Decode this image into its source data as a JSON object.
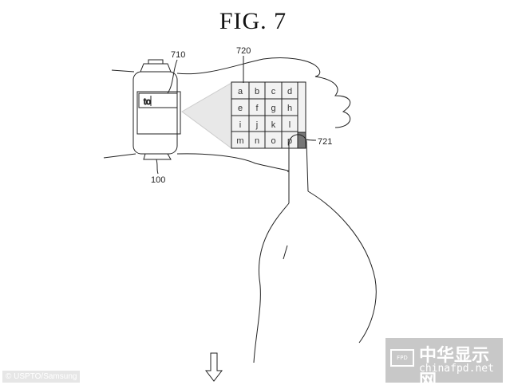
{
  "figure": {
    "title": "FIG. 7"
  },
  "labels": {
    "watch": "100",
    "screen": "710",
    "keyboard": "720",
    "selected_key": "721"
  },
  "watch_input": {
    "text": "to"
  },
  "keyboard": {
    "rows": [
      [
        "a",
        "b",
        "c",
        "d"
      ],
      [
        "e",
        "f",
        "g",
        "h"
      ],
      [
        "i",
        "j",
        "k",
        "l"
      ],
      [
        "m",
        "n",
        "o",
        "p"
      ]
    ]
  },
  "credit": "© USPTO/Samsung",
  "watermark": {
    "chinese": "中华显示网",
    "domain": "chinafpd.net",
    "badge": "FPD"
  }
}
